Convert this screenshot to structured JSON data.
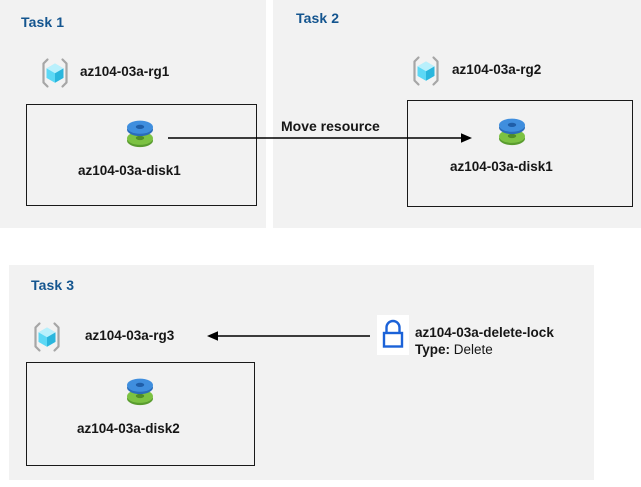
{
  "diagram": {
    "title": "Azure resource group tasks diagram",
    "colors": {
      "panel_background": "#f2f2f2",
      "page_background": "#ffffff",
      "task_title": "#14558f",
      "label_text": "#161616",
      "box_border": "#1a1a1a",
      "arrow": "#000000",
      "lock_blue": "#1b62d8",
      "cube_light": "#9fe9fb",
      "cube_mid": "#4fd4f4",
      "cube_dark": "#29b3dc",
      "bracket_grey": "#a6a6a6",
      "disk_blue": "#3b86d8",
      "disk_green": "#6cb33f"
    },
    "tasks": [
      {
        "id": "task1",
        "title": "Task 1",
        "resource_group": {
          "icon": "resource-group-icon",
          "label": "az104-03a-rg1"
        },
        "resources": [
          {
            "icon": "disk-icon",
            "label": "az104-03a-disk1"
          }
        ]
      },
      {
        "id": "task2",
        "title": "Task 2",
        "resource_group": {
          "icon": "resource-group-icon",
          "label": "az104-03a-rg2"
        },
        "resources": [
          {
            "icon": "disk-icon",
            "label": "az104-03a-disk1"
          }
        ]
      },
      {
        "id": "task3",
        "title": "Task 3",
        "resource_group": {
          "icon": "resource-group-icon",
          "label": "az104-03a-rg3"
        },
        "resources": [
          {
            "icon": "disk-icon",
            "label": "az104-03a-disk2"
          }
        ],
        "lock": {
          "icon": "lock-icon",
          "label": "az104-03a-delete-lock",
          "type_label": "Type:",
          "type_value": "Delete"
        }
      }
    ],
    "connectors": [
      {
        "id": "move-resource-arrow",
        "label": "Move resource",
        "direction": "right",
        "from": "task1-disk1",
        "to": "task2-disk1"
      },
      {
        "id": "lock-arrow",
        "label": "",
        "direction": "left",
        "from": "az104-03a-delete-lock",
        "to": "az104-03a-rg3"
      }
    ]
  }
}
